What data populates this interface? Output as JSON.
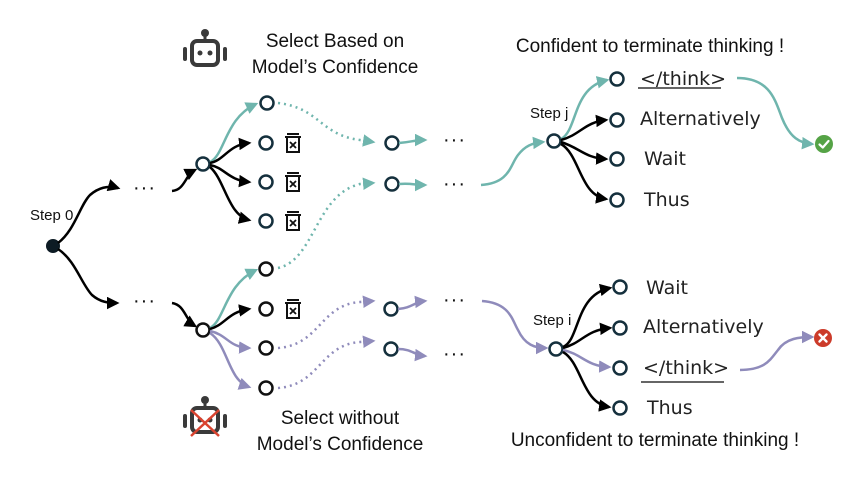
{
  "colors": {
    "confident": "#6fb5ad",
    "unconfident": "#8f8bbb",
    "default_edge": "#000000",
    "node_stroke": "#15303d",
    "success": "#55a346",
    "failure": "#cc3b2a",
    "robot": "#3a3a3a",
    "robot_cross": "#d9432f"
  },
  "top_caption": {
    "line1": "Select Based on",
    "line2": "Model’s Confidence",
    "icon": "robot-icon"
  },
  "bottom_caption": {
    "line1": "Select without",
    "line2": "Model’s Confidence",
    "icon": "robot-crossed-icon"
  },
  "start": {
    "label": "Step 0"
  },
  "ellipsis": "···",
  "step_j": {
    "label": "Step j",
    "heading": "Confident to terminate thinking !",
    "tokens": [
      "</think>",
      "Alternatively",
      "Wait",
      "Thus"
    ],
    "outcome_icon": "check-circle-icon"
  },
  "step_i": {
    "label": "Step i",
    "heading": "Unconfident to terminate thinking !",
    "tokens": [
      "Wait",
      "Alternatively",
      "</think>",
      "Thus"
    ],
    "outcome_icon": "x-circle-icon"
  },
  "pruned_icon": "trash-x-icon"
}
